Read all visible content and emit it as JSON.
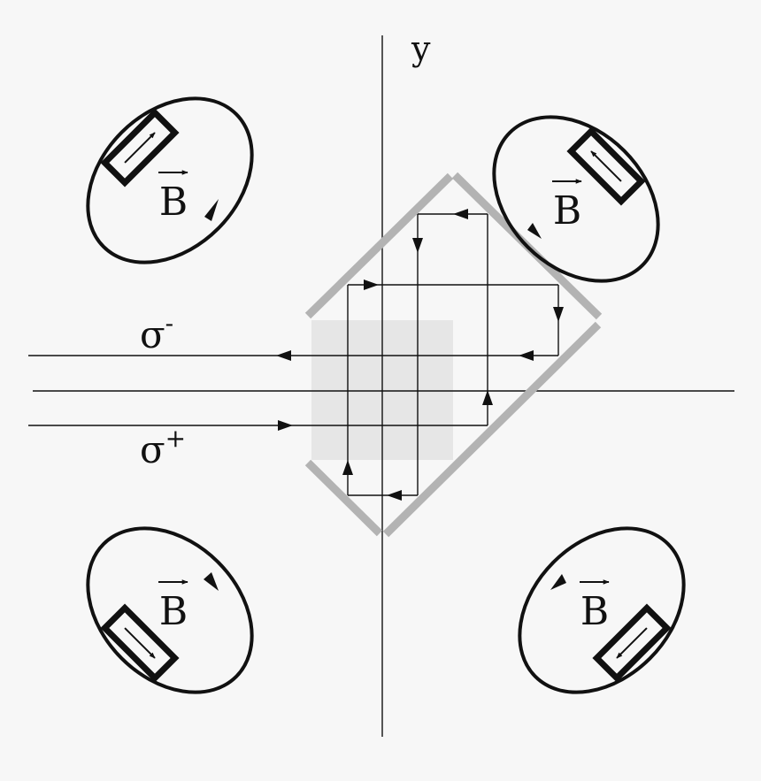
{
  "axes": {
    "y_label": "y"
  },
  "beams": {
    "upper_label": "σ",
    "upper_sup": "-",
    "lower_label": "σ",
    "lower_sup": "+"
  },
  "coils": {
    "field_label": "B"
  },
  "colors": {
    "background": "#f7f7f7",
    "line": "#111111",
    "mirror": "#b3b3b3",
    "overlap_region": "#e6e6e6"
  }
}
